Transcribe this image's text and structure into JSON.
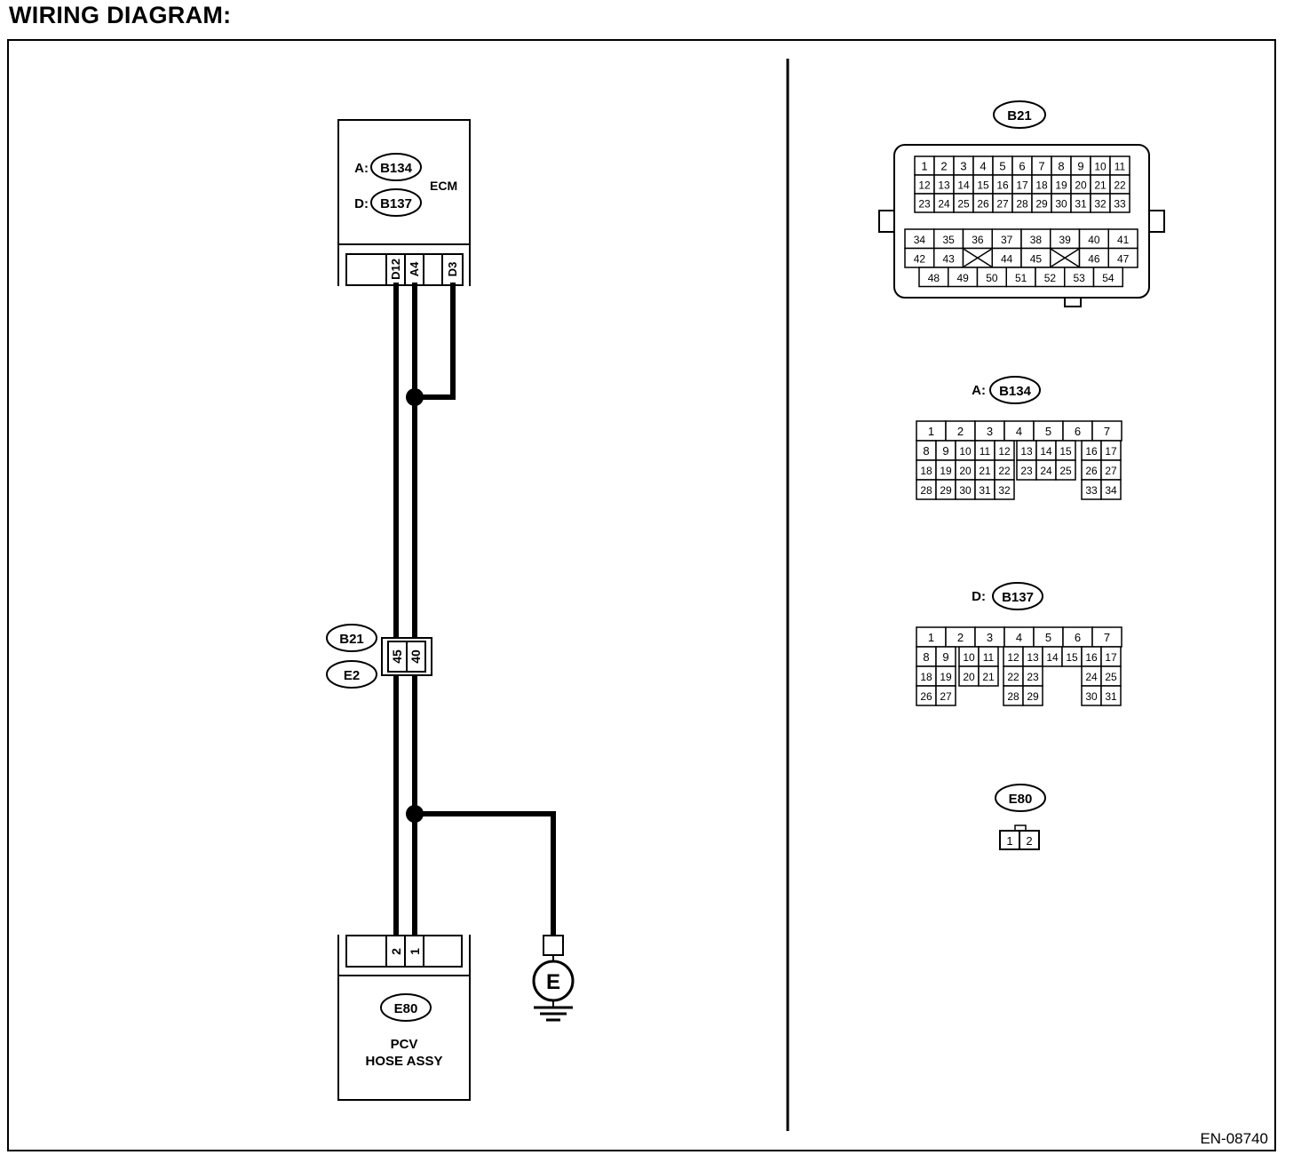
{
  "title": "WIRING DIAGRAM:",
  "figure_id": "EN-08740",
  "ecm": {
    "label": "ECM",
    "refs": [
      {
        "prefix": "A:",
        "code": "B134"
      },
      {
        "prefix": "D:",
        "code": "B137"
      }
    ],
    "terminals": [
      "D12",
      "A4",
      "D3"
    ]
  },
  "joint_connector": {
    "codes": [
      "B21",
      "E2"
    ],
    "pins": [
      "45",
      "40"
    ]
  },
  "pcv": {
    "code": "E80",
    "name_line1": "PCV",
    "name_line2": "HOSE ASSY",
    "pins": [
      "2",
      "1"
    ]
  },
  "ground": {
    "label": "E"
  },
  "connector_views": {
    "b21": {
      "code": "B21",
      "upper_rows": [
        [
          "1",
          "2",
          "3",
          "4",
          "5",
          "6",
          "7",
          "8",
          "9",
          "10",
          "11"
        ],
        [
          "12",
          "13",
          "14",
          "15",
          "16",
          "17",
          "18",
          "19",
          "20",
          "21",
          "22"
        ],
        [
          "23",
          "24",
          "25",
          "26",
          "27",
          "28",
          "29",
          "30",
          "31",
          "32",
          "33"
        ]
      ],
      "lower_rows": [
        [
          "34",
          "35",
          "36",
          "37",
          "38",
          "39",
          "40",
          "41"
        ],
        [
          "42",
          "43",
          "",
          "44",
          "45",
          "",
          "46",
          "47"
        ],
        [
          "48",
          "49",
          "50",
          "51",
          "52",
          "53",
          "54"
        ]
      ]
    },
    "b134": {
      "prefix": "A:",
      "code": "B134",
      "rows": [
        [
          "1",
          "2",
          "3",
          "4",
          "5",
          "6",
          "7"
        ],
        [
          "8",
          "9",
          "10",
          "11",
          "12",
          "13",
          "14",
          "15",
          "16",
          "17"
        ],
        [
          "18",
          "19",
          "20",
          "21",
          "22",
          "23",
          "24",
          "25",
          "26",
          "27"
        ],
        [
          "28",
          "29",
          "30",
          "31",
          "32",
          "33",
          "34"
        ]
      ]
    },
    "b137": {
      "prefix": "D:",
      "code": "B137",
      "rows": [
        [
          "1",
          "2",
          "3",
          "4",
          "5",
          "6",
          "7"
        ],
        [
          "8",
          "9",
          "10",
          "11",
          "12",
          "13",
          "14",
          "15",
          "16",
          "17"
        ],
        [
          "18",
          "19",
          "20",
          "21",
          "22",
          "23",
          "24",
          "25"
        ],
        [
          "26",
          "27",
          "28",
          "29",
          "30",
          "31"
        ]
      ]
    },
    "e80": {
      "code": "E80",
      "pins": [
        "1",
        "2"
      ]
    }
  }
}
